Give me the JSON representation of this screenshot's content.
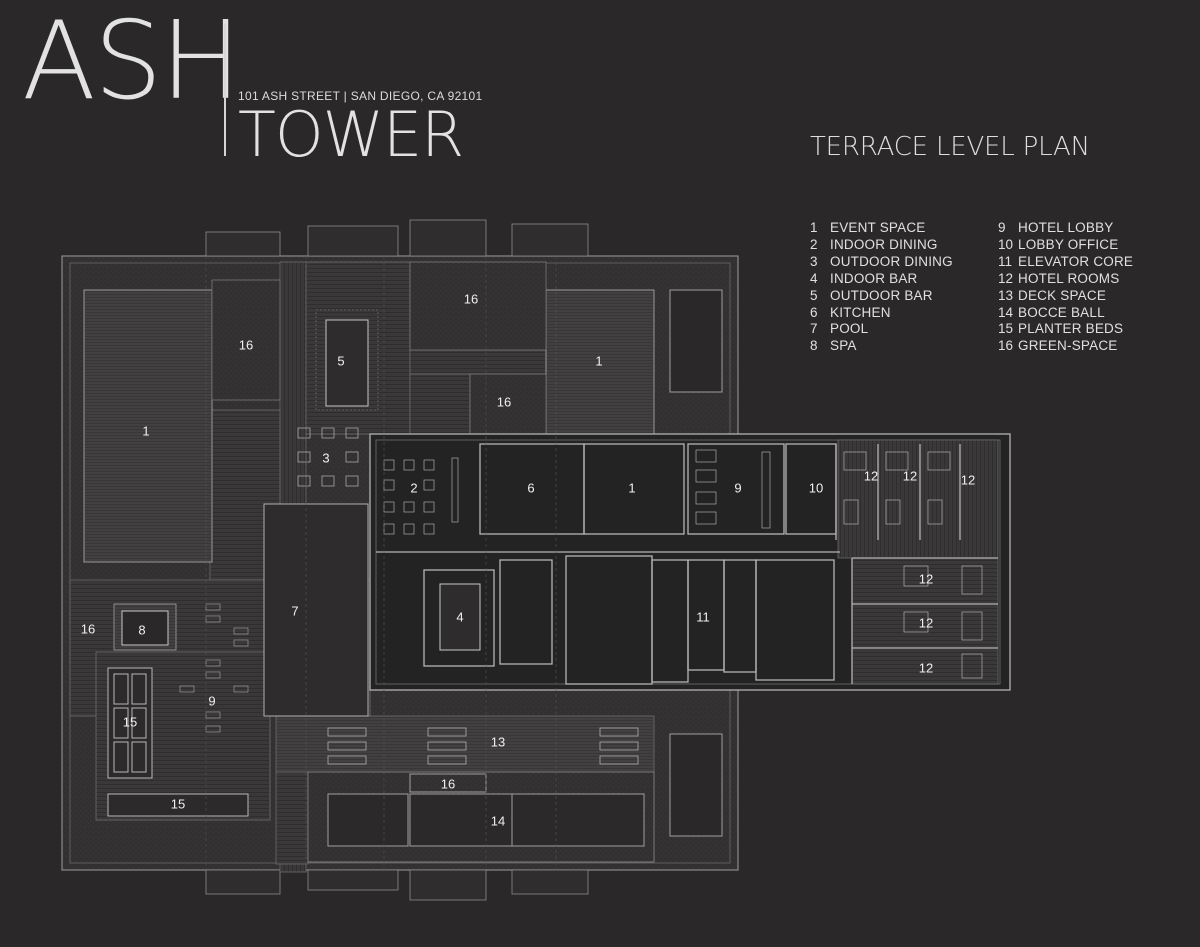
{
  "branding": {
    "name_top": "ASH",
    "name_bottom": "TOWER",
    "address": "101 ASH STREET | SAN DIEGO, CA 92101"
  },
  "plan_title": "TERRACE LEVEL PLAN",
  "legend": [
    {
      "num": "1",
      "label": "EVENT SPACE"
    },
    {
      "num": "2",
      "label": "INDOOR DINING"
    },
    {
      "num": "3",
      "label": "OUTDOOR DINING"
    },
    {
      "num": "4",
      "label": "INDOOR BAR"
    },
    {
      "num": "5",
      "label": "OUTDOOR BAR"
    },
    {
      "num": "6",
      "label": "KITCHEN"
    },
    {
      "num": "7",
      "label": "POOL"
    },
    {
      "num": "8",
      "label": "SPA"
    },
    {
      "num": "9",
      "label": "HOTEL LOBBY"
    },
    {
      "num": "10",
      "label": "LOBBY OFFICE"
    },
    {
      "num": "11",
      "label": "ELEVATOR CORE"
    },
    {
      "num": "12",
      "label": "HOTEL ROOMS"
    },
    {
      "num": "13",
      "label": "DECK SPACE"
    },
    {
      "num": "14",
      "label": "BOCCE BALL"
    },
    {
      "num": "15",
      "label": "PLANTER BEDS"
    },
    {
      "num": "16",
      "label": "GREEN-SPACE"
    }
  ],
  "plan_labels": [
    "1",
    "16",
    "5",
    "16",
    "16",
    "1",
    "3",
    "2",
    "6",
    "1",
    "9",
    "10",
    "12",
    "12",
    "12",
    "16",
    "8",
    "7",
    "4",
    "11",
    "12",
    "12",
    "12",
    "9",
    "15",
    "15",
    "13",
    "16",
    "14"
  ],
  "colors": {
    "background": "#2a2828",
    "ink": "#e2e2e2",
    "green_space": "#353333",
    "deck": "#3b3939",
    "interior": "#232222",
    "linework": "#8c8c8c"
  }
}
